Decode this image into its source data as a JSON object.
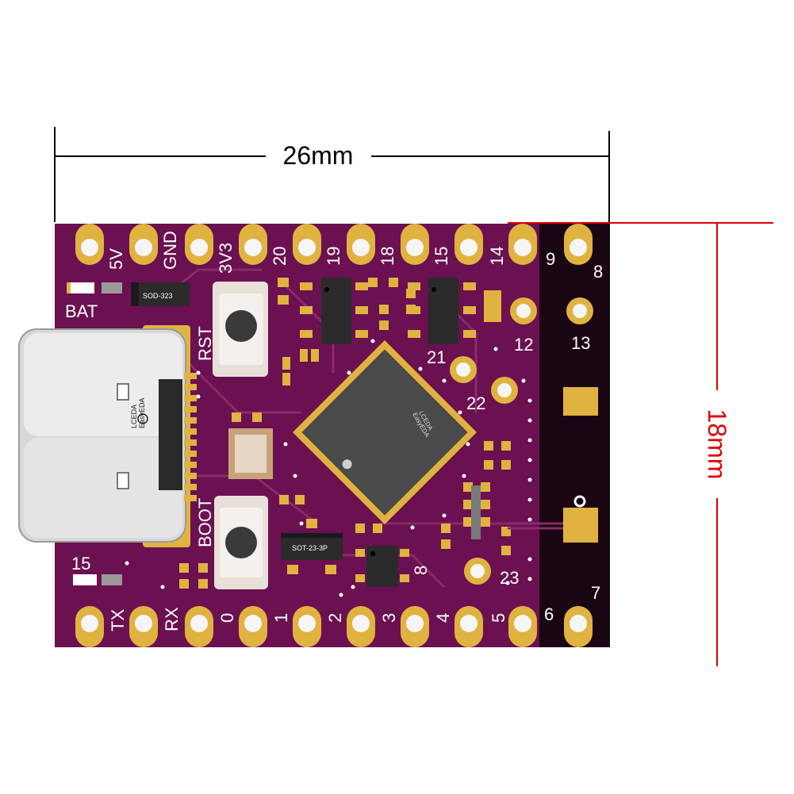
{
  "dimensions": {
    "width_label": "26mm",
    "height_label": "18mm",
    "width_color": "#000000",
    "height_color": "#e00000"
  },
  "board": {
    "pcb_color": "#6b1050",
    "pad_color": "#e0b340",
    "top_pin_labels": [
      "5V",
      "GND",
      "3V3",
      "20",
      "19",
      "18",
      "15",
      "14",
      "9",
      "8"
    ],
    "bottom_pin_labels": [
      "TX",
      "RX",
      "0",
      "1",
      "2",
      "3",
      "4",
      "5",
      "6",
      "7"
    ],
    "component_labels": {
      "bat": "BAT",
      "rst": "RST",
      "boot": "BOOT",
      "pin15_left": "15",
      "pad12": "12",
      "pad13": "13",
      "pad21": "21",
      "pad22": "22",
      "pad23": "23",
      "pad8": "8",
      "diode_pkg": "SOD-323",
      "reg_pkg": "SOT-23-3P",
      "logo_line1": "LCEDA",
      "logo_line2": "EasyEDA"
    }
  }
}
